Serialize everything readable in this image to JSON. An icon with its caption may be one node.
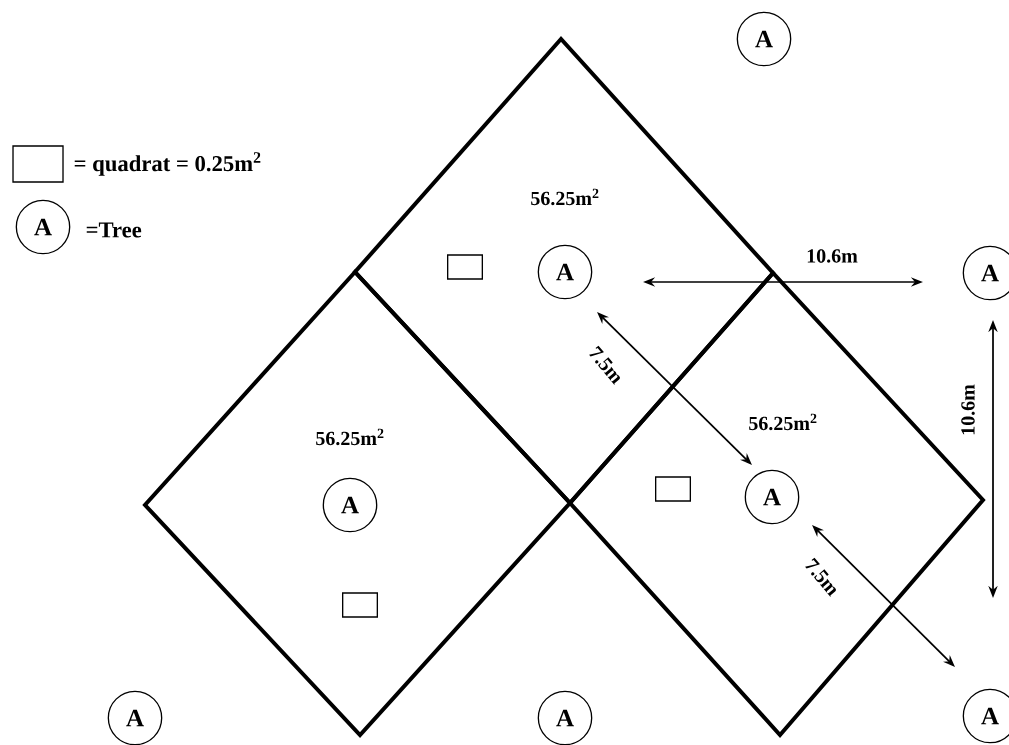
{
  "diagram": {
    "nodes": [
      {
        "text": [
          "A"
        ]
      },
      {
        "text": [
          "56.25m$^{2}$"
        ]
      },
      {
        "text": [
          "A"
        ]
      },
      {
        "text": [],
        "shape": "box",
        "in": 1
      },
      {
        "text": [
          "A"
        ],
        "in": 1
      },
      {
        "text": [
          "A"
        ]
      },
      {
        "text": [
          "56.25m$^{2}$"
        ]
      },
      {
        "text": [
          "56.25m$^{2}$"
        ]
      },
      {
        "text": [],
        "shape": "box",
        "in": 7
      },
      {
        "text": [
          "A"
        ],
        "in": 7
      },
      {
        "text": [
          "A"
        ],
        "in": 6
      },
      {
        "text": [],
        "shape": "box",
        "in": 6
      },
      {
        "text": [
          "A"
        ]
      },
      {
        "text": [
          "A"
        ]
      },
      {
        "text": [
          "A"
        ]
      }
    ],
    "labels": [
      "10.6m",
      "7.5m",
      "10.6m",
      "7.5m"
    ],
    "legend": [
      {
        "text": "= quadrat = 0.25m$^{2}$"
      },
      {
        "text": "=Tree"
      }
    ]
  }
}
